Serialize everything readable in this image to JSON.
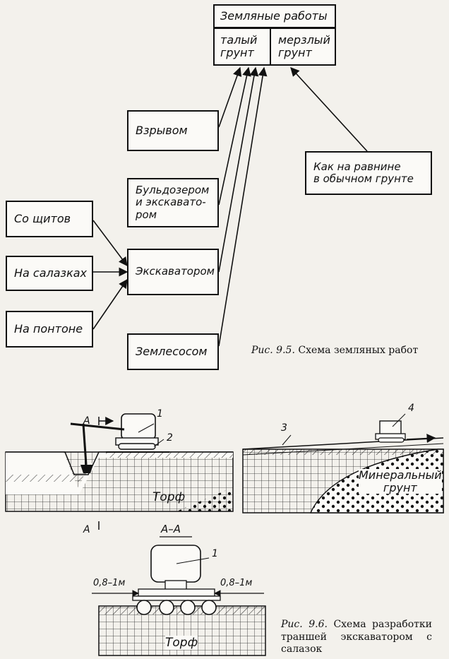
{
  "fig95": {
    "root": {
      "title": "Земляные работы",
      "thawed": "талый\nгрунт",
      "frozen": "мерзлый\nгрунт"
    },
    "methods": {
      "blast": "Взрывом",
      "bulldozer": "Бульдозером\nи экскавато-\nром",
      "excavator": "Экскаватором",
      "dredge": "Землесосом",
      "plain": "Как на равнине\nв обычном грунте"
    },
    "supports": {
      "shields": "Со щитов",
      "sledges": "На салазках",
      "pontoon": "На понтоне"
    },
    "caption": {
      "label": "Рис. 9.5.",
      "text": "Схема земляных работ"
    }
  },
  "fig96": {
    "markers": {
      "section_a_top": "А",
      "section_a_bottom": "А",
      "section_title": "А–А"
    },
    "callouts": {
      "n1": "1",
      "n2": "2",
      "n3": "3",
      "n4": "4",
      "n1b": "1"
    },
    "soils": {
      "peat": "Торф",
      "mineral": "Минеральный\nгрунт",
      "peat_bottom": "Торф"
    },
    "dims": {
      "left": "0,8–1м",
      "right": "0,8–1м"
    },
    "caption": {
      "label": "Рис. 9.6.",
      "text": "Схема разработки траншей экскаватором с салазок"
    }
  }
}
